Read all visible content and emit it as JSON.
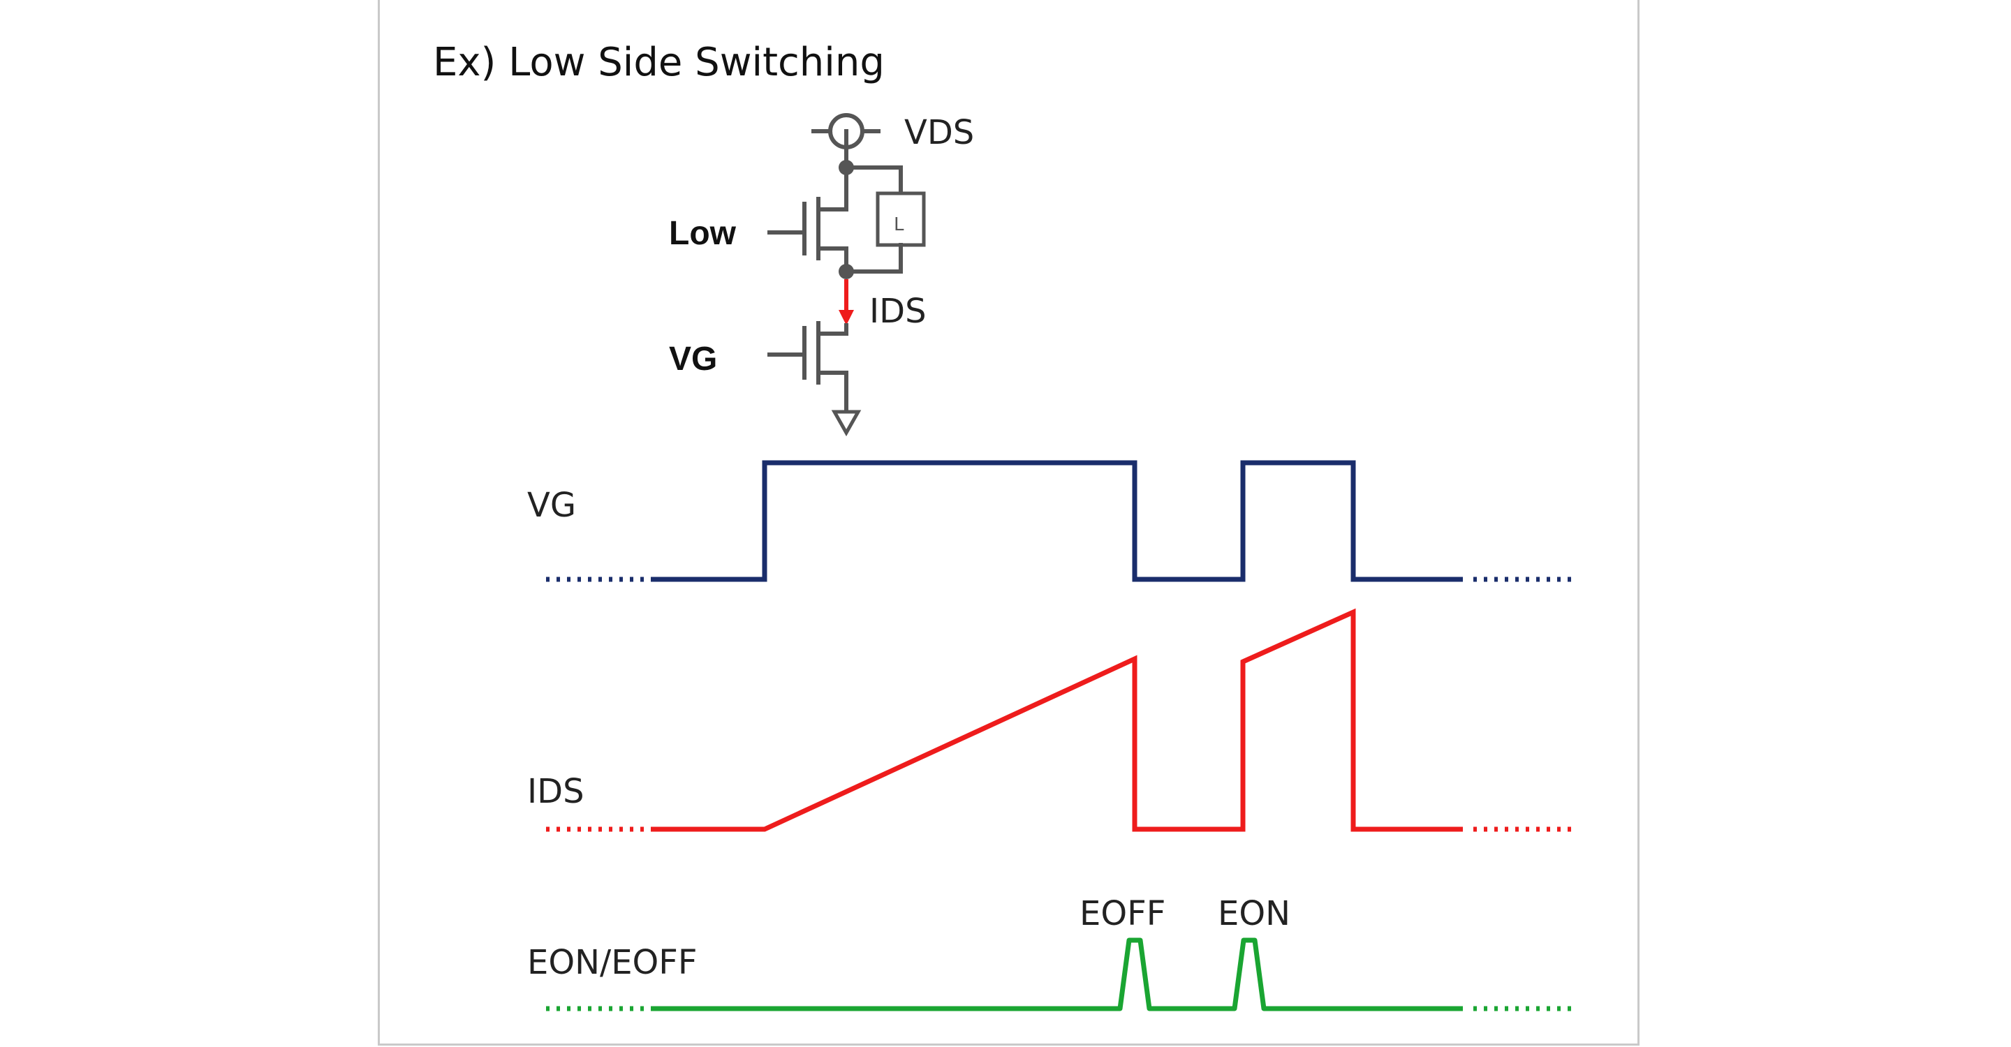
{
  "title": "Ex) Low Side Switching",
  "circuit": {
    "supply_label": "VDS",
    "high_gate_label": "Low",
    "inductor_label": "L",
    "current_label": "IDS",
    "low_gate_label": "VG"
  },
  "waveforms": {
    "vg_label": "VG",
    "ids_label": "IDS",
    "energy_label": "EON/EOFF",
    "eoff_label": "EOFF",
    "eon_label": "EON"
  },
  "colors": {
    "vg": "#1a2d6b",
    "ids": "#ee1c1c",
    "energy": "#1aa532",
    "circuit": "#555555"
  }
}
